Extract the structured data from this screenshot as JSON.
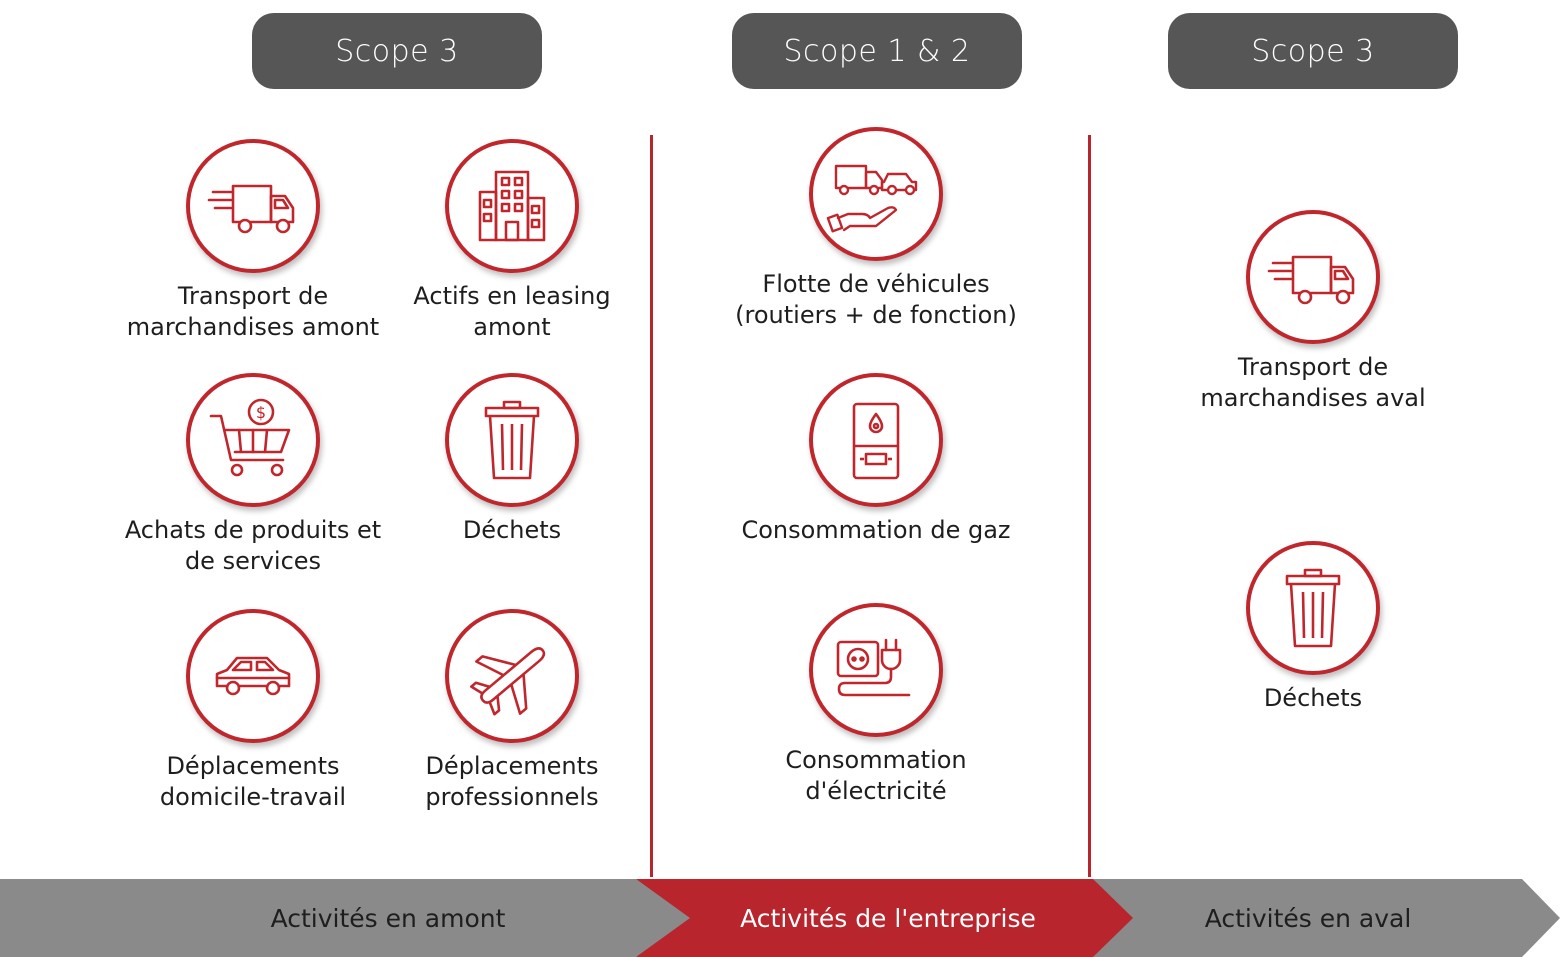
{
  "headers": [
    "Scope 3",
    "Scope 1 & 2",
    "Scope 3"
  ],
  "upstream": {
    "items": [
      {
        "label": "Transport de\nmarchandises amont",
        "icon": "truck-icon"
      },
      {
        "label": "Actifs en leasing\namont",
        "icon": "building-icon"
      },
      {
        "label": "Achats de produits et\nde services",
        "icon": "shopping-cart-icon"
      },
      {
        "label": "Déchets",
        "icon": "trash-bin-icon"
      },
      {
        "label": "Déplacements\ndomicile-travail",
        "icon": "car-icon"
      },
      {
        "label": "Déplacements\nprofessionnels",
        "icon": "airplane-icon"
      }
    ]
  },
  "company": {
    "items": [
      {
        "label": "Flotte de véhicules\n(routiers + de fonction)",
        "icon": "vehicle-fleet-icon"
      },
      {
        "label": "Consommation de gaz",
        "icon": "gas-boiler-icon"
      },
      {
        "label": "Consommation\nd'électricité",
        "icon": "electric-plug-icon"
      }
    ]
  },
  "downstream": {
    "items": [
      {
        "label": "Transport de\nmarchandises aval",
        "icon": "truck-icon"
      },
      {
        "label": "Déchets",
        "icon": "trash-bin-icon"
      }
    ]
  },
  "footer": {
    "amont": "Activités en amont",
    "entreprise": "Activités de l'entreprise",
    "aval": "Activités en aval"
  },
  "colors": {
    "accent": "#c0272d",
    "header": "#565656",
    "arrow_gray": "#8a8a8a",
    "arrow_red": "#b8252d"
  }
}
